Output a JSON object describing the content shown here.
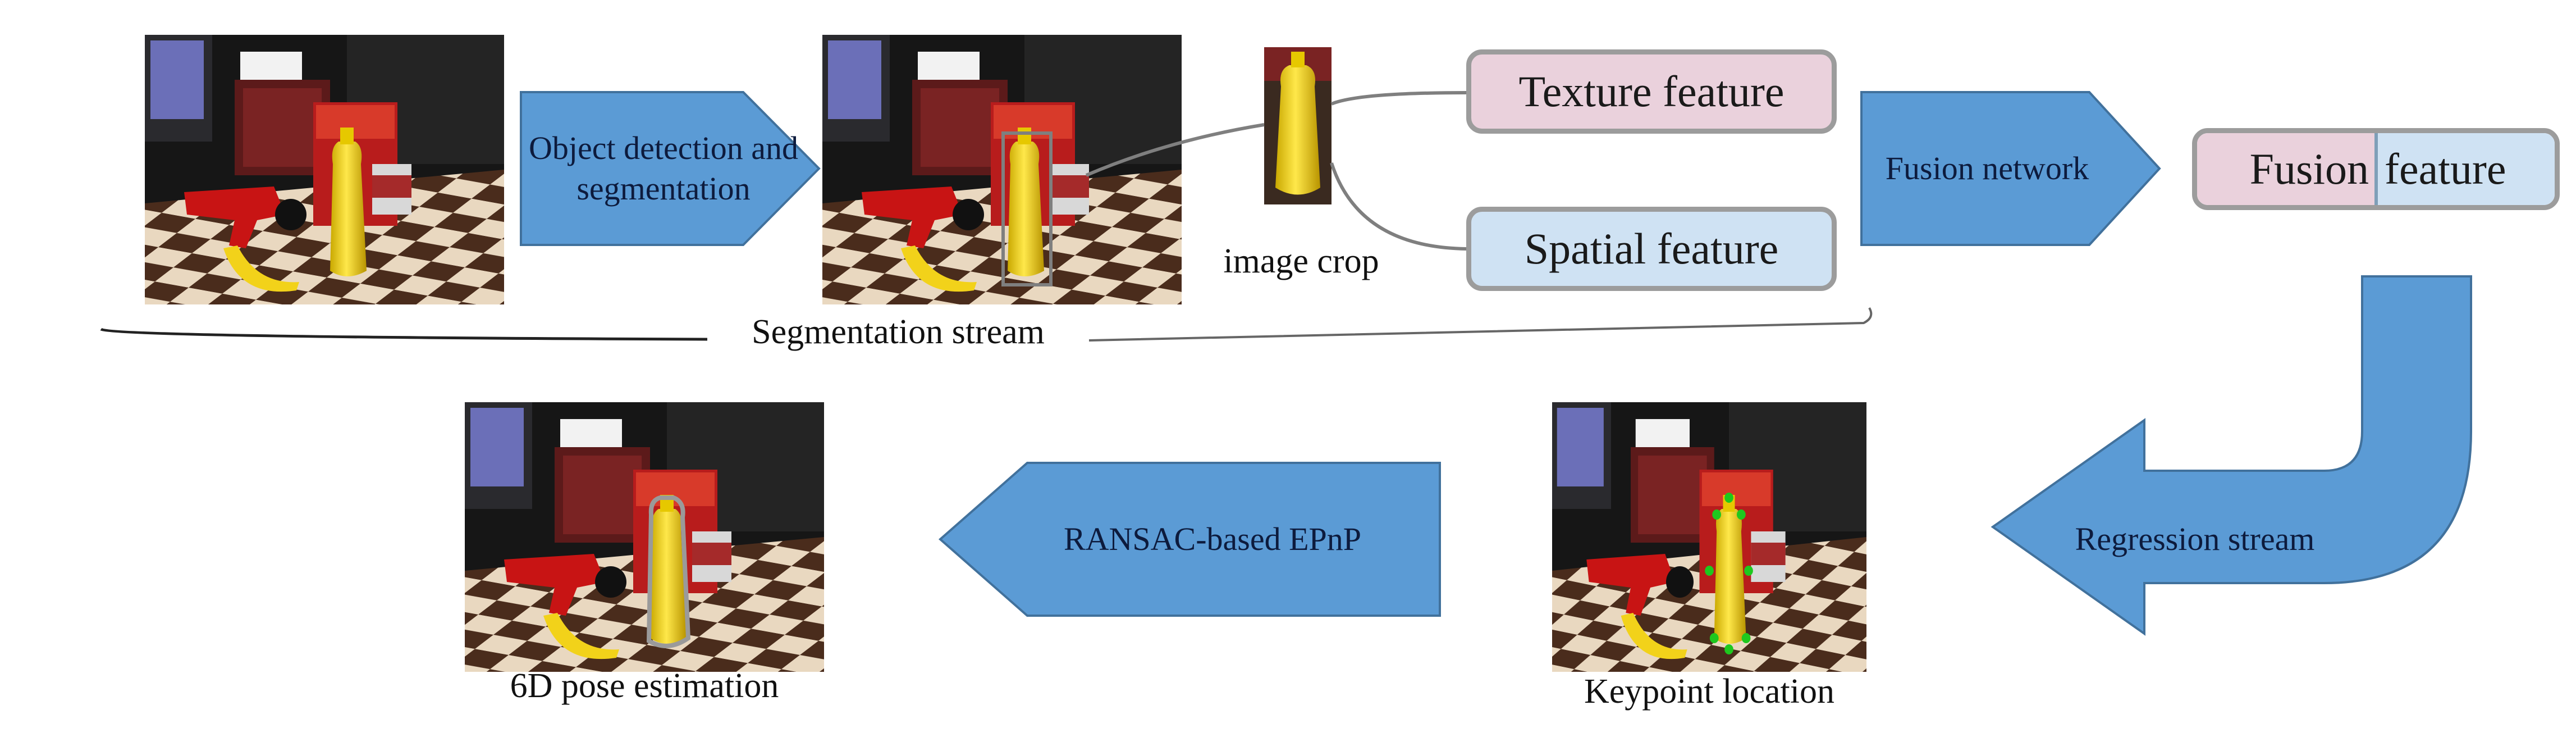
{
  "colors": {
    "arrow_fill": "#5b9bd5",
    "arrow_stroke": "#41719c",
    "texture_box": "#ead1dc",
    "spatial_box": "#cfe2f3",
    "box_border": "#9c9c9c"
  },
  "arrows": {
    "detection": "Object detection and segmentation",
    "fusion_network": "Fusion network",
    "regression": "Regression stream",
    "ransac": "RANSAC-based EPnP"
  },
  "features": {
    "texture": "Texture feature",
    "spatial": "Spatial feature",
    "fusion_left": "Fusion",
    "fusion_right": "feature"
  },
  "captions": {
    "image_crop": "image crop",
    "segmentation_stream": "Segmentation  stream",
    "pose": "6D pose estimation",
    "keypoint": "Keypoint location"
  },
  "icons": {
    "scene_photo": "tabletop-scene-photo",
    "crop_photo": "mustard-bottle-crop"
  }
}
